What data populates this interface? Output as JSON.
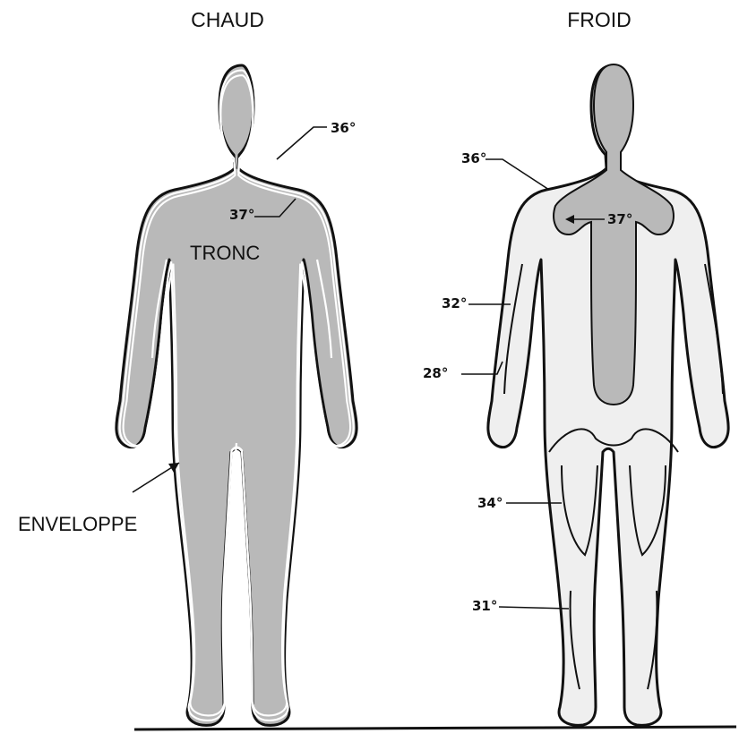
{
  "titles": {
    "left": "CHAUD",
    "right": "FROID"
  },
  "labels": {
    "trunk": "TRONC",
    "envelope": "ENVELOPPE"
  },
  "hot_figure": {
    "temps": [
      "36°",
      "37°"
    ]
  },
  "cold_figure": {
    "temps": [
      "36°",
      "37°",
      "32°",
      "28°",
      "34°",
      "31°"
    ]
  },
  "colors": {
    "core": "#b9b9b9",
    "shell": "#efefef",
    "outline": "#111111"
  }
}
